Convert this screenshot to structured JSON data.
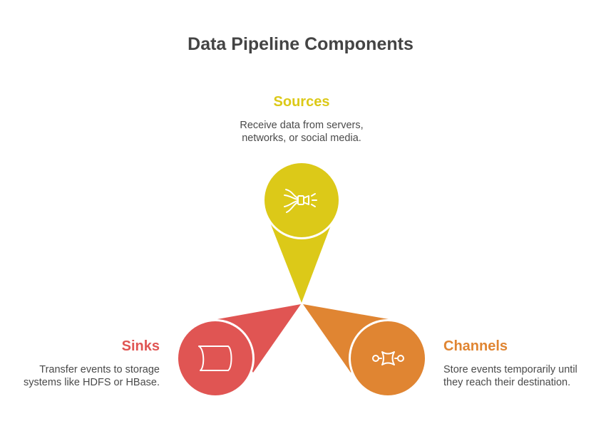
{
  "title": "Data Pipeline Components",
  "components": {
    "sources": {
      "label": "Sources",
      "description_line1": "Receive data from servers,",
      "description_line2": "networks, or social media.",
      "color": "#DCC918",
      "icon": "source-plug-icon"
    },
    "sinks": {
      "label": "Sinks",
      "description_line1": "Transfer events to storage",
      "description_line2": "systems like HDFS or HBase.",
      "color": "#E05553",
      "icon": "storage-scroll-icon"
    },
    "channels": {
      "label": "Channels",
      "description_line1": "Store events temporarily until",
      "description_line2": "they reach their destination.",
      "color": "#E08532",
      "icon": "channel-node-icon"
    }
  }
}
